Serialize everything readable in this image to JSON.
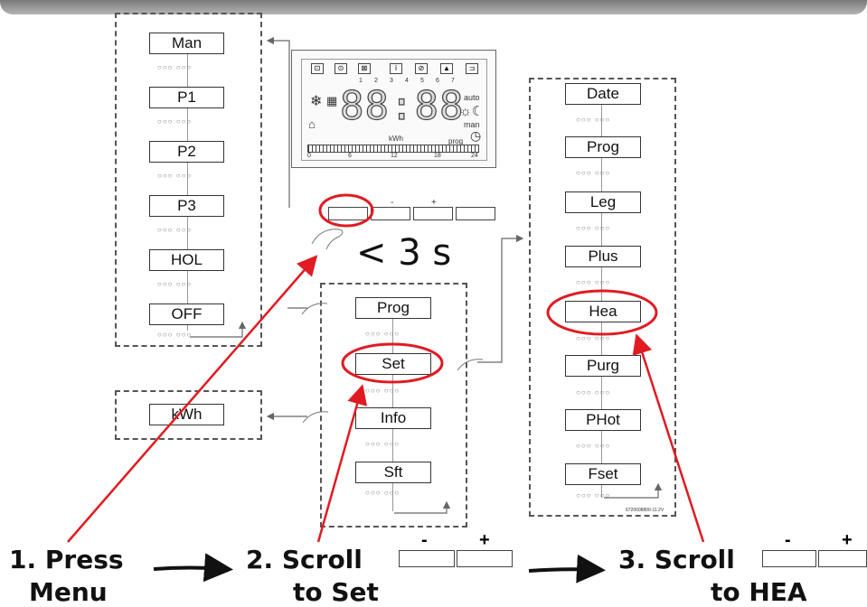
{
  "menu_list": [
    "Man",
    "P1",
    "P2",
    "P3",
    "HOL",
    "OFF"
  ],
  "prog_list": [
    "Prog",
    "Set",
    "Info",
    "Sft"
  ],
  "set_list": [
    "Date",
    "Prog",
    "Leg",
    "Plus",
    "Hea",
    "Purg",
    "PHot",
    "Fset"
  ],
  "info_target": "kWh",
  "timer_label": "< 3 s",
  "mini_indicator": "○○○  ○○○",
  "lcd": {
    "day_numbers": [
      "1",
      "2",
      "3",
      "4",
      "5",
      "6",
      "7"
    ],
    "digits": "88:88",
    "auto_label": "auto",
    "man_label": "man",
    "kwh_label": "kWh",
    "prog_label": "prog",
    "scale_ticks": [
      "0",
      "6",
      "12",
      "18",
      "24"
    ]
  },
  "steps": {
    "step1_line1": "1. Press",
    "step1_line2": "Menu",
    "step2_line1": "2. Scroll",
    "step2_line2": "to Set",
    "step3_line1": "3. Scroll",
    "step3_line2": "to HEA"
  },
  "minus_symbol": "-",
  "plus_symbol": "+",
  "figure_code": "6720608800-11.2V",
  "colors": {
    "highlight": "#e01b22",
    "line": "#444444"
  }
}
